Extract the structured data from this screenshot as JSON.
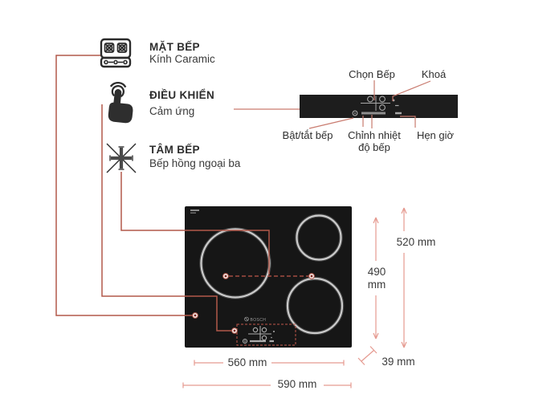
{
  "features": [
    {
      "icon": "cooktop-surface-icon",
      "title": "MẶT BẾP",
      "subtitle": "Kính Caramic"
    },
    {
      "icon": "touch-control-icon",
      "title": "ĐIỀU KHIỂN",
      "subtitle": "Cảm ứng"
    },
    {
      "icon": "burner-center-icon",
      "title": "TÂM BẾP",
      "subtitle": "Bếp hồng ngoại ba"
    }
  ],
  "control_panel": {
    "select_label": "Chọn Bếp",
    "lock_label": "Khoá",
    "power_label": "Bật/tắt bếp",
    "temp_label_line1": "Chỉnh nhiệt",
    "temp_label_line2": "độ bếp",
    "timer_label": "Hẹn giờ"
  },
  "cooktop": {
    "brand": "BOSCH",
    "burner_count": 3
  },
  "dimensions": {
    "outer_width": "590 mm",
    "inner_width": "560 mm",
    "outer_height": "520 mm",
    "inner_height_value": "490",
    "inner_height_unit": "mm",
    "thickness": "39 mm"
  },
  "colors": {
    "connector_line": "#b2584a",
    "callout_line": "#c97b6f",
    "dashed_accent": "#c0564a",
    "dimension_line": "#e59a90",
    "panel_black": "#1d1d1d",
    "cooktop_black": "#161616",
    "burner_ring": "#c9c9c9",
    "text": "#2e2e2e"
  }
}
